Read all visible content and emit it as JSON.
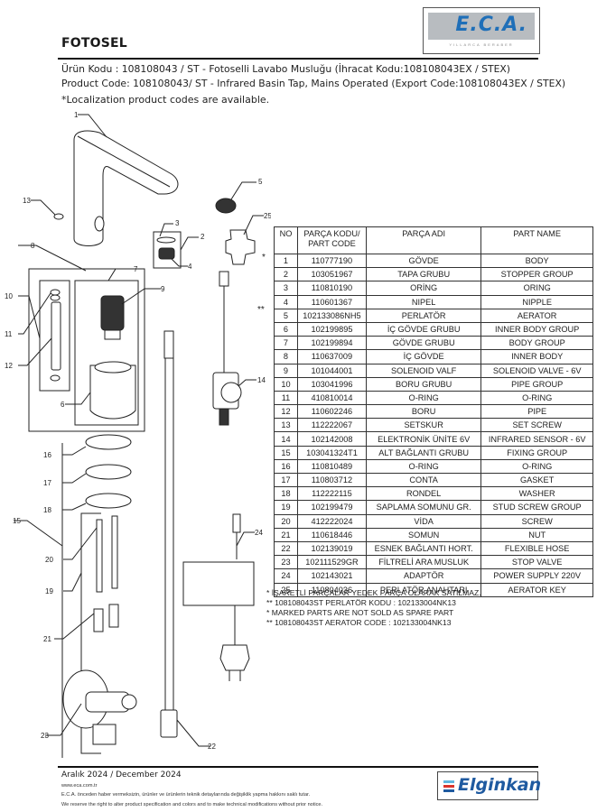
{
  "header": {
    "title": "FOTOSEL",
    "brand_logo": "E.C.A.",
    "brand_tagline": "YILLARCA BERABER",
    "product_line_tr": "Ürün Kodu : 108108043 / ST - Fotoselli Lavabo Musluğu (İhracat Kodu:108108043EX / STEX)",
    "product_line_en": "Product Code: 108108043/ ST - Infrared Basin Tap, Mains Operated (Export Code:108108043EX / STEX)",
    "localization_note": "*Localization product codes are available."
  },
  "diagram": {
    "callouts": [
      "1",
      "2",
      "3",
      "4",
      "5",
      "6",
      "7",
      "8",
      "9",
      "10",
      "11",
      "12",
      "13",
      "14",
      "15",
      "16",
      "17",
      "18",
      "19",
      "20",
      "21",
      "22",
      "23",
      "24",
      "25"
    ],
    "labels": {
      "n1": "1",
      "n2": "2",
      "n3": "3",
      "n4": "4",
      "n5": "5",
      "n6": "6",
      "n7": "7",
      "n8": "8",
      "n9": "9",
      "n10": "10",
      "n11": "11",
      "n12": "12",
      "n13": "13",
      "n14": "14",
      "n15": "15",
      "n16": "16",
      "n17": "17",
      "n18": "18",
      "n19": "19",
      "n20": "20",
      "n21": "21",
      "n22": "22",
      "n23": "23",
      "n24": "24",
      "n25": "25"
    }
  },
  "parts_table": {
    "headers": {
      "no": "NO",
      "code_line1": "PARÇA KODU/",
      "code_line2": "PART CODE",
      "name_tr": "PARÇA ADI",
      "name_en": "PART NAME"
    },
    "rows": [
      {
        "mark": "*",
        "no": "1",
        "code": "110777190",
        "tr": "GÖVDE",
        "en": "BODY"
      },
      {
        "mark": "",
        "no": "2",
        "code": "103051967",
        "tr": "TAPA GRUBU",
        "en": "STOPPER GROUP"
      },
      {
        "mark": "",
        "no": "3",
        "code": "110810190",
        "tr": "ORİNG",
        "en": "ORING"
      },
      {
        "mark": "",
        "no": "4",
        "code": "110601367",
        "tr": "NIPEL",
        "en": "NIPPLE"
      },
      {
        "mark": "**",
        "no": "5",
        "code": "102133086NH5",
        "tr": "PERLATÖR",
        "en": "AERATOR"
      },
      {
        "mark": "",
        "no": "6",
        "code": "102199895",
        "tr": "İÇ GÖVDE GRUBU",
        "en": "INNER BODY GROUP"
      },
      {
        "mark": "",
        "no": "7",
        "code": "102199894",
        "tr": "GÖVDE GRUBU",
        "en": "BODY GROUP"
      },
      {
        "mark": "",
        "no": "8",
        "code": "110637009",
        "tr": "İÇ GÖVDE",
        "en": "INNER BODY"
      },
      {
        "mark": "",
        "no": "9",
        "code": "101044001",
        "tr": "SOLENOID VALF",
        "en": "SOLENOID VALVE - 6V"
      },
      {
        "mark": "",
        "no": "10",
        "code": "103041996",
        "tr": "BORU GRUBU",
        "en": "PIPE GROUP"
      },
      {
        "mark": "",
        "no": "11",
        "code": "410810014",
        "tr": "O-RING",
        "en": "O-RING"
      },
      {
        "mark": "",
        "no": "12",
        "code": "110602246",
        "tr": "BORU",
        "en": "PIPE"
      },
      {
        "mark": "",
        "no": "13",
        "code": "112222067",
        "tr": "SETSKUR",
        "en": "SET SCREW"
      },
      {
        "mark": "",
        "no": "14",
        "code": "102142008",
        "tr": "ELEKTRONİK ÜNİTE 6V",
        "en": "INFRARED SENSOR - 6V"
      },
      {
        "mark": "",
        "no": "15",
        "code": "103041324T1",
        "tr": "ALT BAĞLANTI GRUBU",
        "en": "FIXING GROUP"
      },
      {
        "mark": "",
        "no": "16",
        "code": "110810489",
        "tr": "O-RING",
        "en": "O-RING"
      },
      {
        "mark": "",
        "no": "17",
        "code": "110803712",
        "tr": "CONTA",
        "en": "GASKET"
      },
      {
        "mark": "",
        "no": "18",
        "code": "112222115",
        "tr": "RONDEL",
        "en": "WASHER"
      },
      {
        "mark": "",
        "no": "19",
        "code": "102199479",
        "tr": "SAPLAMA SOMUNU GR.",
        "en": "STUD SCREW GROUP"
      },
      {
        "mark": "",
        "no": "20",
        "code": "412222024",
        "tr": "VİDA",
        "en": "SCREW"
      },
      {
        "mark": "",
        "no": "21",
        "code": "110618446",
        "tr": "SOMUN",
        "en": "NUT"
      },
      {
        "mark": "",
        "no": "22",
        "code": "102139019",
        "tr": "ESNEK BAĞLANTI HORT.",
        "en": "FLEXIBLE HOSE"
      },
      {
        "mark": "",
        "no": "23",
        "code": "102111529GR",
        "tr": "FİLTRELİ ARA MUSLUK",
        "en": "STOP VALVE"
      },
      {
        "mark": "",
        "no": "24",
        "code": "102143021",
        "tr": "ADAPTÖR",
        "en": "POWER SUPPLY 220V"
      },
      {
        "mark": "",
        "no": "25",
        "code": "110804036",
        "tr": "PERLATÖR ANAHTARI",
        "en": "AERATOR KEY"
      }
    ]
  },
  "notes": [
    "* İŞARETLİ PARÇALAR YEDEK PARÇA OLARAK SATILMAZ.",
    "** 108108043ST PERLATÖR KODU : 102133004NK13",
    "* MARKED PARTS ARE NOT SOLD AS SPARE PART",
    "** 108108043ST AERATOR CODE : 102133004NK13"
  ],
  "footer": {
    "date": "Aralık 2024 / December 2024",
    "website": "www.eca.com.tr",
    "disclaimer_tr": "E.C.A. önceden haber vermeksizin, ürünler ve ürünlerin teknik detaylarında değişiklik yapma hakkını saklı tutar.",
    "disclaimer_en": "We reserve the right to alter product specification and colors and to make technical modifications without prior notice.",
    "company_logo": "Elginkan",
    "logo_colors": [
      "#5fb7e0",
      "#d9342b",
      "#1f5aa0"
    ]
  }
}
